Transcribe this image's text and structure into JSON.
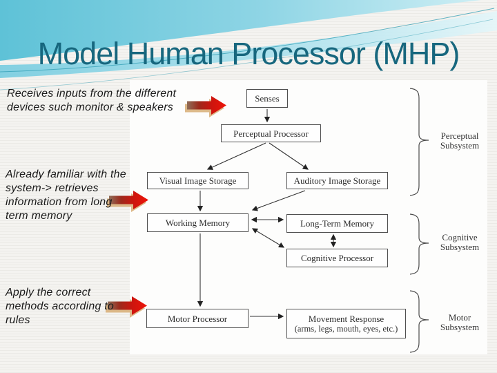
{
  "slide": {
    "title": "Model Human Processor (MHP)"
  },
  "annotations": [
    {
      "lines": [
        "Receives inputs from the different",
        "devices such monitor & speakers"
      ]
    },
    {
      "lines": [
        "Already familiar with the",
        "system-> retrieves",
        "information from long",
        "term memory"
      ]
    },
    {
      "lines": [
        "Apply the correct",
        "methods according to",
        "rules"
      ]
    }
  ],
  "diagram": {
    "boxes": [
      {
        "id": "senses",
        "label": "Senses"
      },
      {
        "id": "perceptual-processor",
        "label": "Perceptual Processor"
      },
      {
        "id": "visual-image-storage",
        "label": "Visual Image Storage"
      },
      {
        "id": "auditory-image-storage",
        "label": "Auditory Image Storage"
      },
      {
        "id": "working-memory",
        "label": "Working Memory"
      },
      {
        "id": "long-term-memory",
        "label": "Long-Term Memory"
      },
      {
        "id": "cognitive-processor",
        "label": "Cognitive Processor"
      },
      {
        "id": "motor-processor",
        "label": "Motor Processor"
      },
      {
        "id": "movement-response",
        "label": "Movement Response",
        "label2": "(arms, legs, mouth, eyes, etc.)"
      }
    ],
    "subsystems": [
      {
        "line1": "Perceptual",
        "line2": "Subsystem"
      },
      {
        "line1": "Cognitive",
        "line2": "Subsystem"
      },
      {
        "line1": "Motor",
        "line2": "Subsystem"
      }
    ],
    "edges": [
      {
        "from": "Senses",
        "to": "Perceptual Processor",
        "double": false
      },
      {
        "from": "Perceptual Processor",
        "to": "Visual Image Storage",
        "double": false
      },
      {
        "from": "Perceptual Processor",
        "to": "Auditory Image Storage",
        "double": false
      },
      {
        "from": "Visual Image Storage",
        "to": "Working Memory",
        "double": false
      },
      {
        "from": "Auditory Image Storage",
        "to": "Working Memory",
        "double": false
      },
      {
        "from": "Working Memory",
        "to": "Long-Term Memory",
        "double": true
      },
      {
        "from": "Working Memory",
        "to": "Cognitive Processor",
        "double": true
      },
      {
        "from": "Long-Term Memory",
        "to": "Cognitive Processor",
        "double": true
      },
      {
        "from": "Working Memory",
        "to": "Motor Processor",
        "double": false
      },
      {
        "from": "Motor Processor",
        "to": "Movement Response",
        "double": false
      }
    ]
  },
  "colors": {
    "title_teal": "#17677e",
    "banner_cyan": "#5ec2d7",
    "annotation_text": "#1a1a1a",
    "arrow_red_bright": "#ee1408",
    "arrow_red_dark": "#8f6e58",
    "arrow_shadow_tan": "#d9b17c",
    "box_border": "#4f4f4f",
    "box_text": "#2b2b2b"
  }
}
